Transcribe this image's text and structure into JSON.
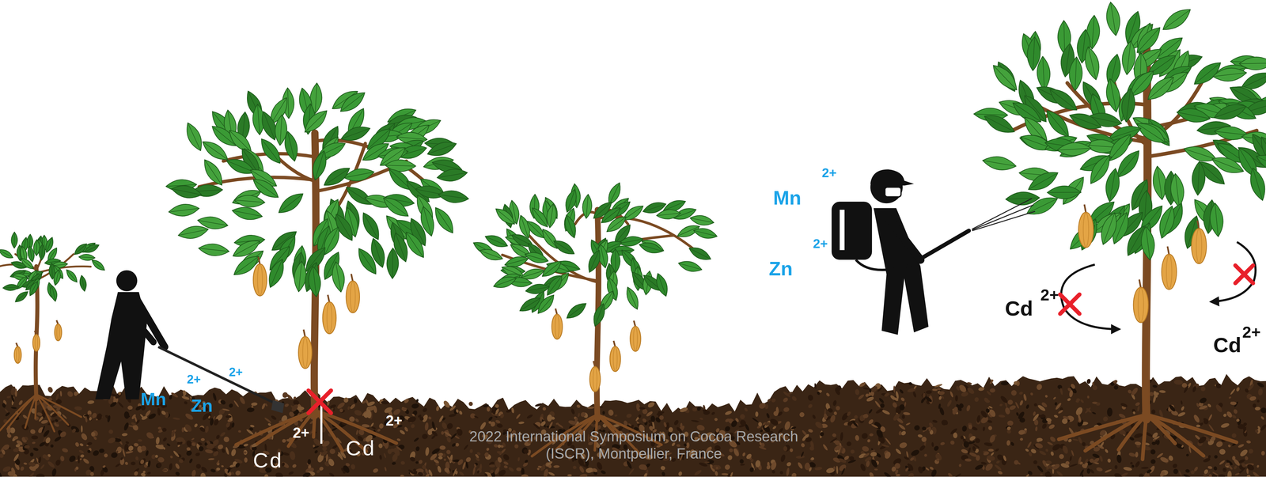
{
  "diagram": {
    "labels": [
      "Mn",
      "2+",
      "Zn",
      "2+",
      "2+",
      "Cd",
      "Cd",
      "2+",
      "2022 International Symposium on Cocoa Research (ISCR), Montpellier, France",
      "Mn",
      "2+",
      "Zn",
      "2+",
      "Cd",
      "2+",
      "Cd",
      "2+"
    ]
  }
}
